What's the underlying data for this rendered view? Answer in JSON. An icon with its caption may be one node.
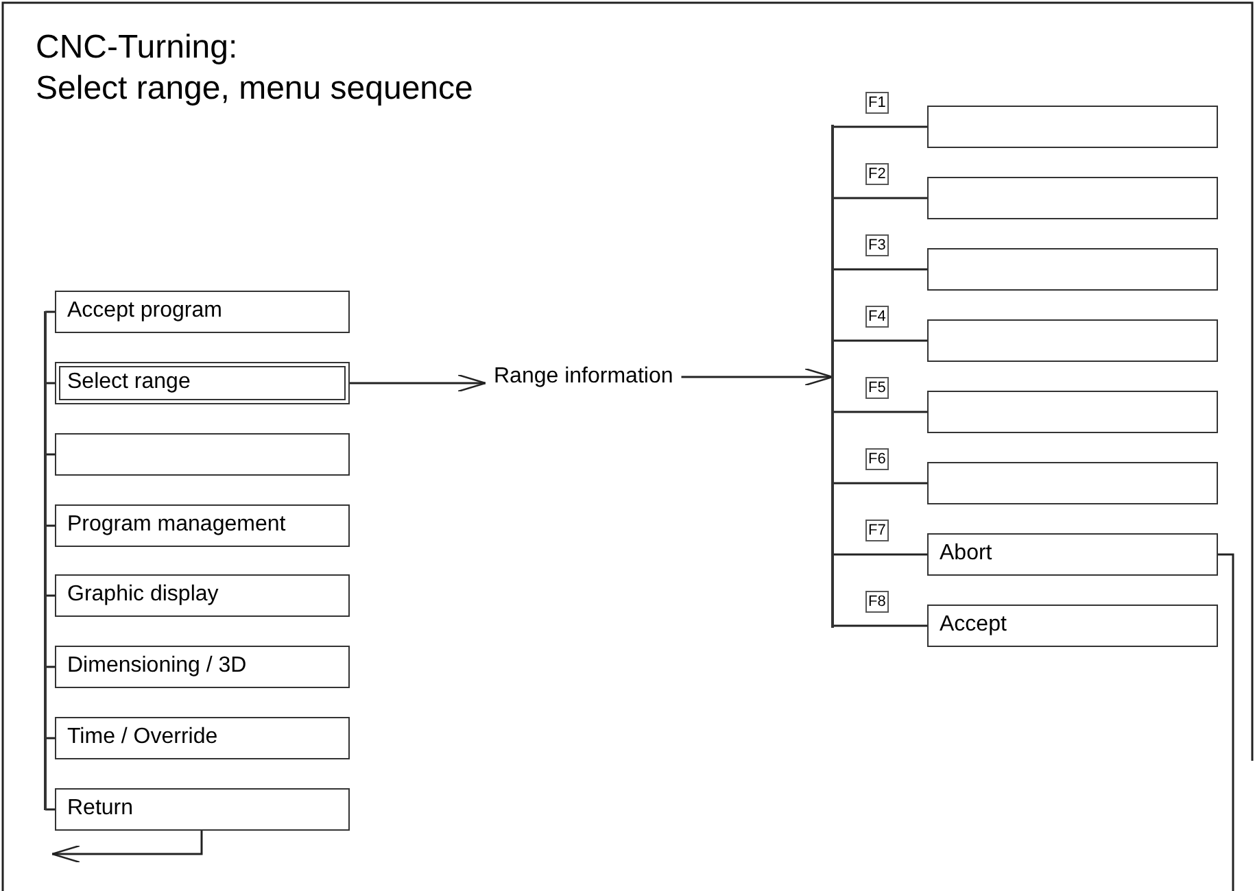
{
  "diagram": {
    "title": "CNC-Turning: Select range, menu sequence",
    "nodes": [
      {
        "text": [
          "Accept program"
        ]
      },
      {
        "text": [
          "Select range"
        ]
      },
      {
        "text": [],
        "shape": "box"
      },
      {
        "text": [
          "Program management"
        ]
      },
      {
        "text": [
          "Graphic display"
        ]
      },
      {
        "text": [
          "Dimensioning / 3D"
        ]
      },
      {
        "text": [
          "Time / Override"
        ]
      },
      {
        "text": [
          "Return"
        ]
      },
      {
        "text": [
          "Range information"
        ]
      },
      {
        "text": [],
        "shape": "bar"
      },
      {
        "text": [],
        "shape": "box",
        "beside": [
          "F1"
        ]
      },
      {
        "text": [],
        "shape": "box",
        "beside": [
          "F2"
        ]
      },
      {
        "text": [],
        "shape": "box",
        "beside": [
          "F3"
        ]
      },
      {
        "text": [],
        "shape": "box",
        "beside": [
          "F4"
        ]
      },
      {
        "text": [],
        "shape": "box",
        "beside": [
          "F5"
        ]
      },
      {
        "text": [],
        "shape": "box",
        "beside": [
          "F6"
        ]
      },
      {
        "text": [
          "Abort"
        ],
        "beside": [
          "F7"
        ]
      },
      {
        "text": [
          "Accept"
        ],
        "beside": [
          "F8"
        ]
      },
      {
        "text": [],
        "shape": "bar"
      }
    ],
    "edges": [
      {
        "from": 1,
        "to": 8,
        "arrow": "to"
      },
      {
        "from": 8,
        "to": 18,
        "arrow": "to"
      },
      {
        "from": 18,
        "to": 10,
        "arrow": "none"
      },
      {
        "from": 18,
        "to": 11,
        "arrow": "none"
      },
      {
        "from": 18,
        "to": 12,
        "arrow": "none"
      },
      {
        "from": 18,
        "to": 13,
        "arrow": "none"
      },
      {
        "from": 18,
        "to": 14,
        "arrow": "none"
      },
      {
        "from": 18,
        "to": 15,
        "arrow": "none"
      },
      {
        "from": 18,
        "to": 16,
        "arrow": "none"
      },
      {
        "from": 18,
        "to": 17,
        "arrow": "none"
      },
      {
        "from": 16,
        "to": null,
        "arrow": "to"
      },
      {
        "from": 7,
        "to": null,
        "arrow": "to"
      },
      {
        "from": 9,
        "to": 0,
        "arrow": "none"
      },
      {
        "from": 9,
        "to": 1,
        "arrow": "none"
      },
      {
        "from": 9,
        "to": 2,
        "arrow": "none"
      },
      {
        "from": 9,
        "to": 3,
        "arrow": "none"
      },
      {
        "from": 9,
        "to": 4,
        "arrow": "none"
      },
      {
        "from": 9,
        "to": 5,
        "arrow": "none"
      },
      {
        "from": 9,
        "to": 6,
        "arrow": "none"
      },
      {
        "from": 9,
        "to": 7,
        "arrow": "none"
      }
    ]
  }
}
